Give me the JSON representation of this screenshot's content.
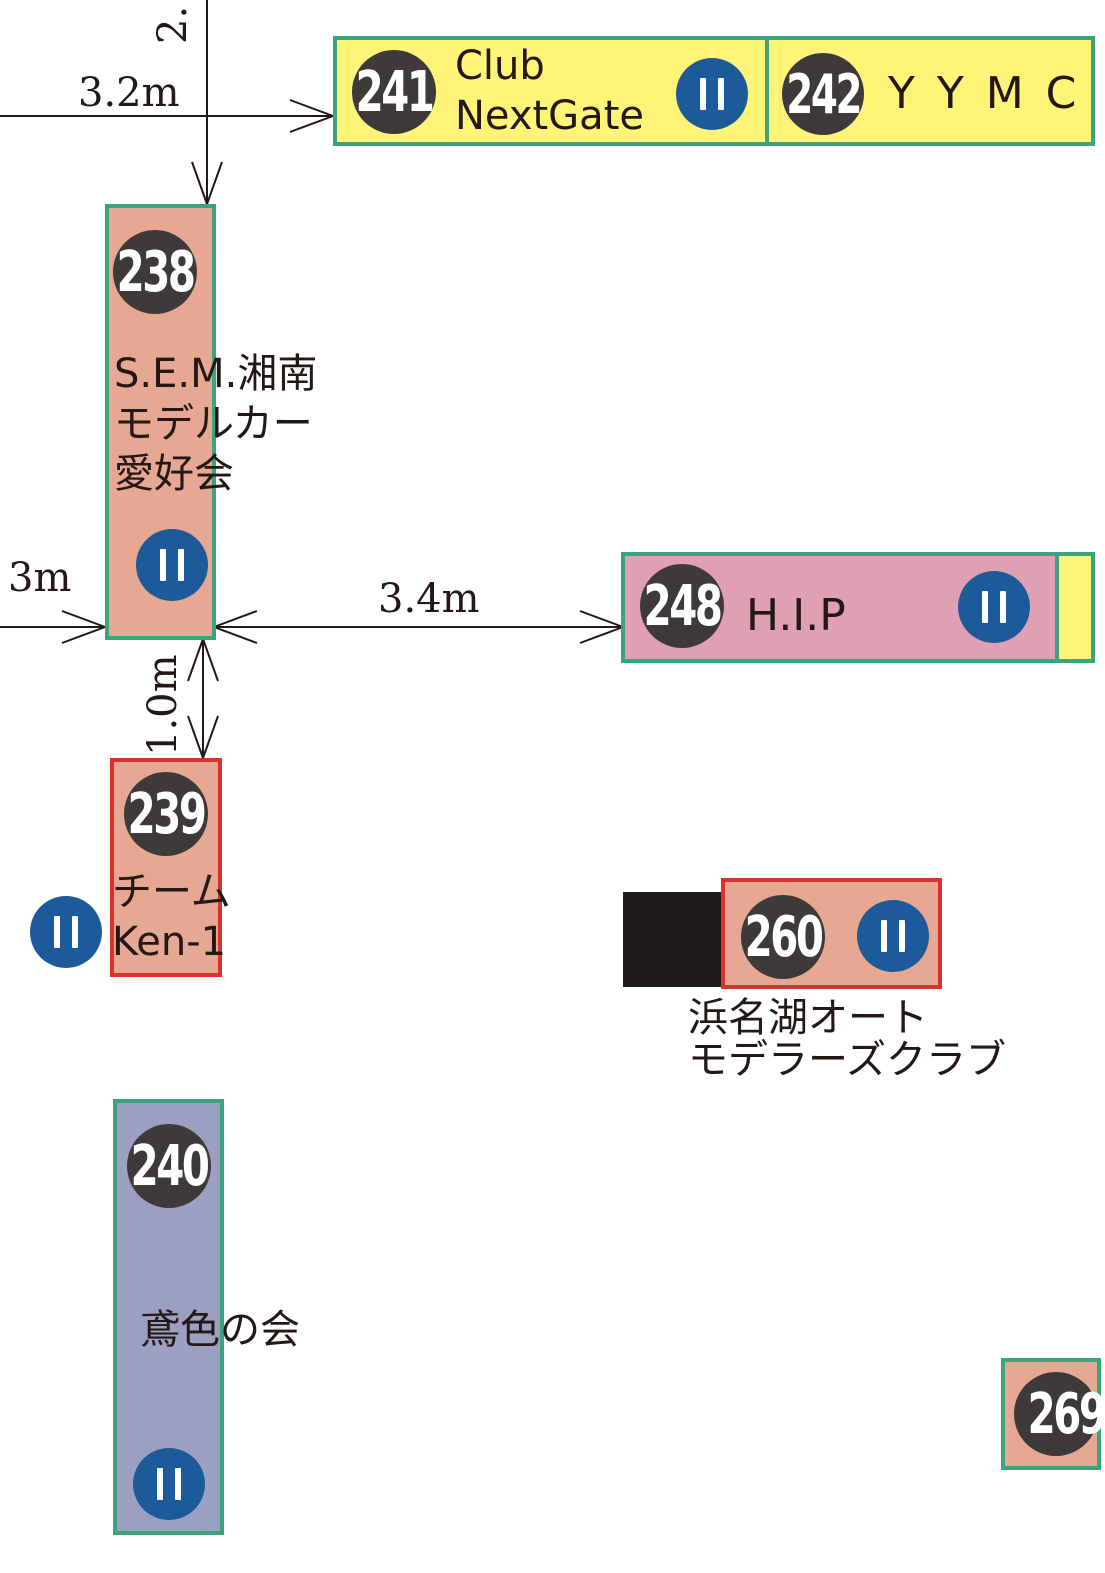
{
  "colors": {
    "yellow_booth": "#fff478",
    "salmon_booth": "#e6a892",
    "pink_booth": "#dfa0b4",
    "lavender_booth": "#9b9fc2",
    "border_green": "#3aa57d",
    "border_red": "#d9332c",
    "badge_dark": "#3e3a39",
    "outlet_blue": "#1d5a99",
    "obstacle_black": "#1f1b1c"
  },
  "icons": {
    "outlet": "power-outlet-icon",
    "booth_number": "booth-number-badge"
  },
  "dimensions": {
    "top_fragment": "2.",
    "d1": "3.2m",
    "d2": "3m",
    "d3": "3.4m",
    "d4": "1.0m"
  },
  "booths": {
    "b241": {
      "number": "241",
      "name_line1": "Club",
      "name_line2": "NextGate"
    },
    "b242": {
      "number": "242",
      "name": "Y Y M C"
    },
    "b238": {
      "number": "238",
      "name_line1": "S.E.M.湘南",
      "name_line2": "モデルカー",
      "name_line3": "愛好会"
    },
    "b248": {
      "number": "248",
      "name": "H.I.P"
    },
    "b239": {
      "number": "239",
      "name_line1": "チーム",
      "name_line2": "Ken-1"
    },
    "b260": {
      "number": "260",
      "name_line1": "浜名湖オート",
      "name_line2": "モデラーズクラブ"
    },
    "b240": {
      "number": "240",
      "name": "鳶色の会"
    },
    "b269": {
      "number": "269"
    }
  }
}
